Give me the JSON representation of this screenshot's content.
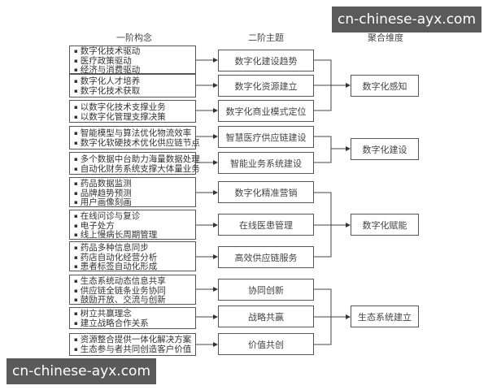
{
  "headers": {
    "first_order": "一阶构念",
    "second_order": "二阶主题",
    "aggregate": "聚合维度"
  },
  "first_order_concepts": [
    {
      "items": [
        "数字化技术驱动",
        "医疗政策驱动",
        "经济与消费驱动"
      ]
    },
    {
      "items": [
        "数字化人才培养",
        "数字化技术获取"
      ]
    },
    {
      "items": [
        "以数字化技术支撑业务",
        "以数字化管理支撑决策"
      ]
    },
    {
      "items": [
        "智能模型与算法优化物流效率",
        "数字化软硬技术优化供应链节点"
      ]
    },
    {
      "items": [
        "多个数据中台助力海量数据处理",
        "自动化财务系统支撑大体量业务"
      ]
    },
    {
      "items": [
        "药品数据监测",
        "品牌趋势预测",
        "用户画像刻画"
      ]
    },
    {
      "items": [
        "在线问诊与复诊",
        "电子处方",
        "线上慢病长周期管理"
      ]
    },
    {
      "items": [
        "药品多种信息同步",
        "药店自动化经营分析",
        "患者标签自动化形成"
      ]
    },
    {
      "items": [
        "生态系统动态信息共享",
        "供应链全链条业务协同",
        "鼓励开放、交流与创新"
      ]
    },
    {
      "items": [
        "树立共赢理念",
        "建立战略合作关系"
      ]
    },
    {
      "items": [
        "资源整合提供一体化解决方案",
        "生态参与者共同创造客户价值"
      ]
    }
  ],
  "second_order_themes": [
    "数字化建设趋势",
    "数字化资源建立",
    "数字化商业模式定位",
    "智慧医疗供应链建设",
    "智能业务系统建设",
    "数字化精准营销",
    "在线医患管理",
    "高效供应链服务",
    "协同创新",
    "战略共赢",
    "价值共创"
  ],
  "aggregate_dimensions": [
    "数字化感知",
    "数字化建设",
    "数字化赋能",
    "生态系统建立"
  ],
  "watermarks": [
    "cn-chinese-ayx.com",
    "cn-chinese-ayx.com"
  ]
}
